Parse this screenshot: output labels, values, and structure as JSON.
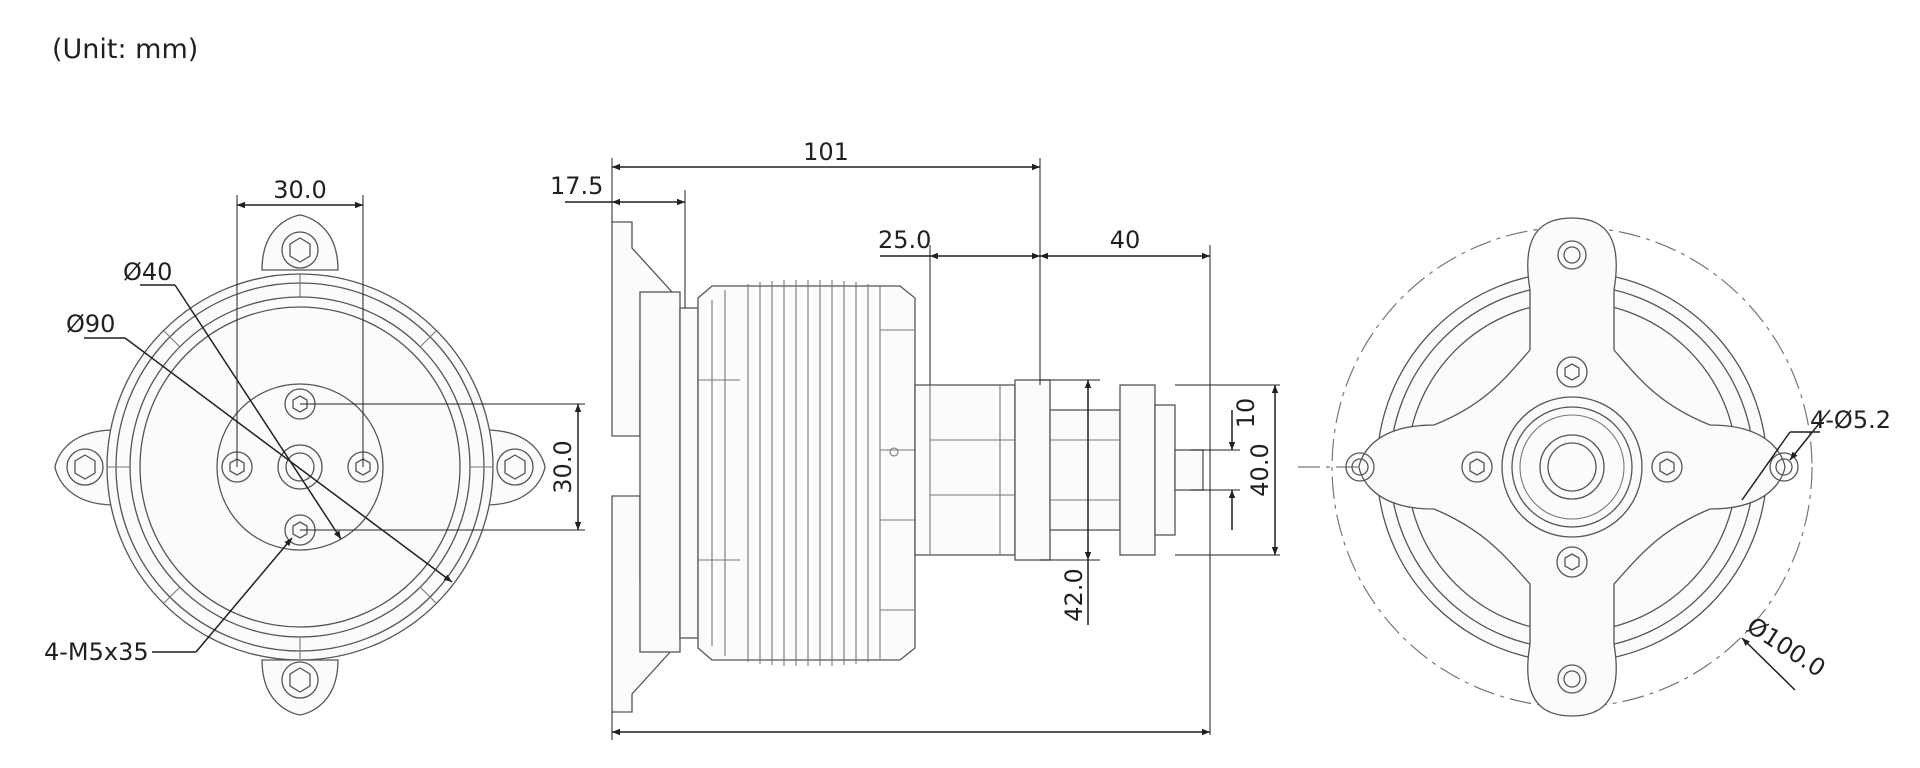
{
  "header": {
    "unit_label": "(Unit: mm)"
  },
  "dimensions": {
    "front_width_30": "30.0",
    "front_dia_40": "Ø40",
    "front_dia_90": "Ø90",
    "front_height_30": "30.0",
    "front_screws": "4-M5x35",
    "side_length_101": "101",
    "side_flange_17_5": "17.5",
    "side_shaft_25": "25.0",
    "side_shaft_40": "40",
    "side_dia_42": "42.0",
    "side_dia_40": "40.0",
    "side_10": "10",
    "rear_holes": "4-Ø5.2",
    "rear_dia_100": "Ø100.0"
  },
  "colors": {
    "line": "#231f20",
    "part": "#555555"
  }
}
